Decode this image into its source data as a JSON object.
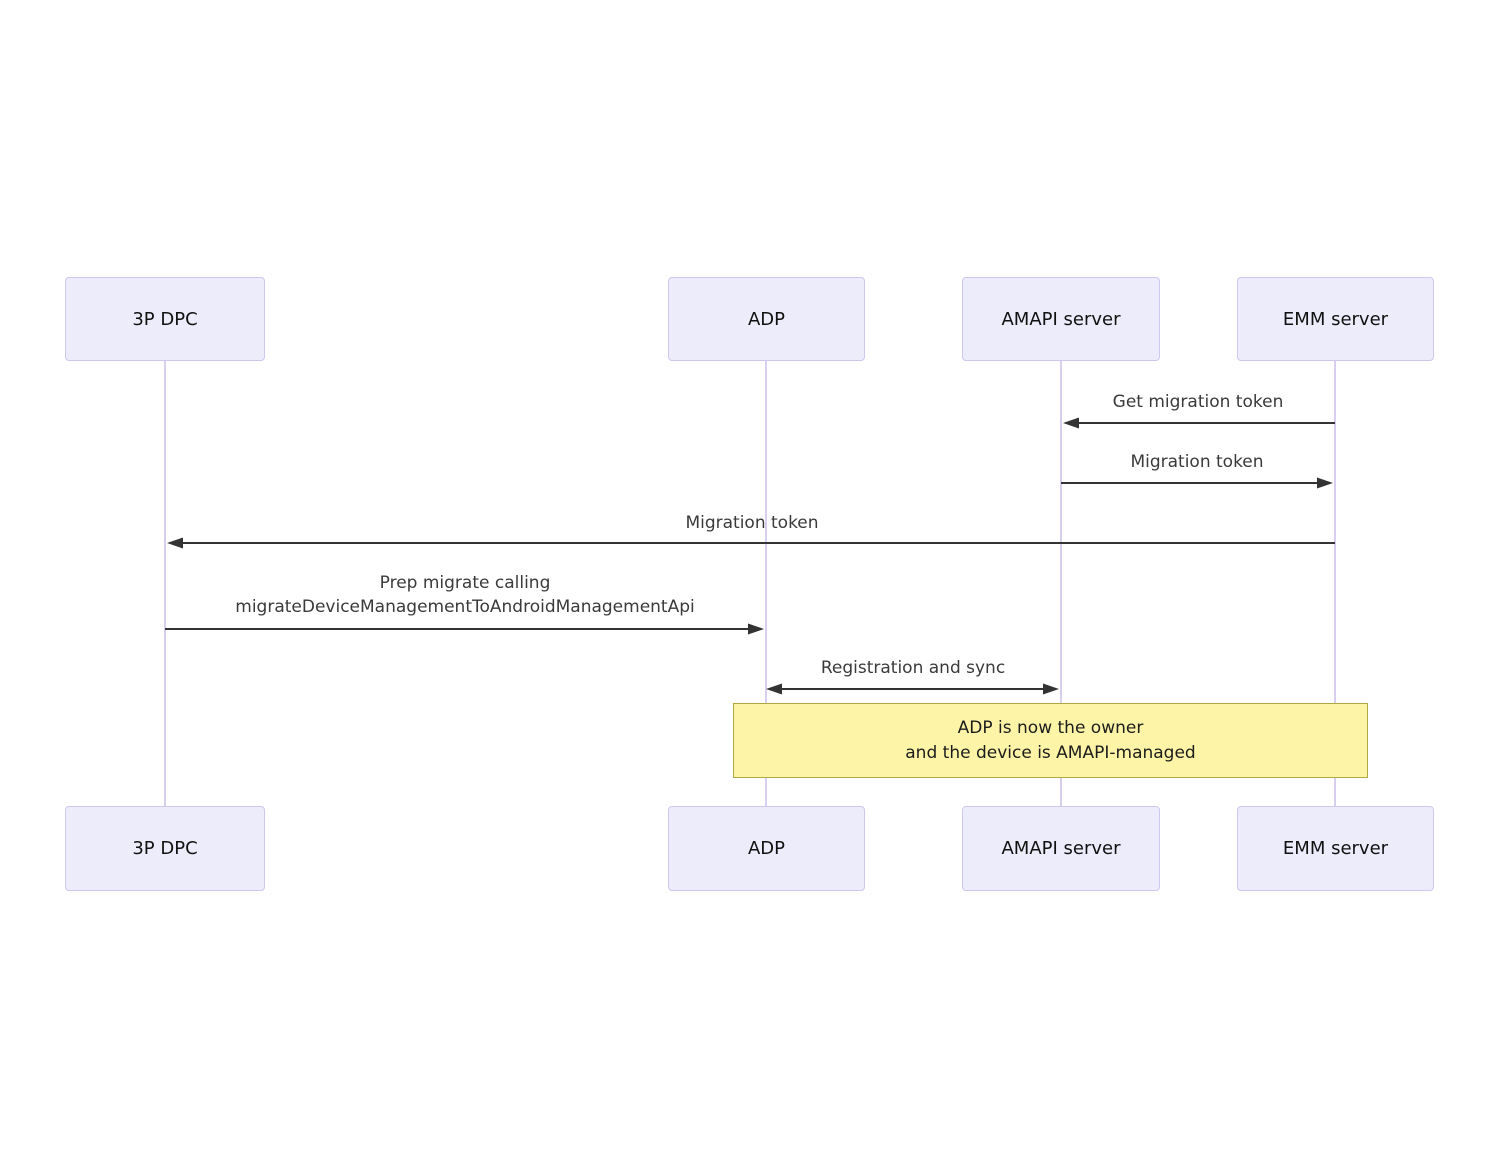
{
  "diagram": {
    "type": "sequence-diagram",
    "actors": [
      {
        "id": "3p-dpc",
        "label": "3P DPC"
      },
      {
        "id": "adp",
        "label": "ADP"
      },
      {
        "id": "amapi-server",
        "label": "AMAPI server"
      },
      {
        "id": "emm-server",
        "label": "EMM server"
      }
    ],
    "messages": [
      {
        "label": "Get migration token",
        "from": "EMM server",
        "to": "AMAPI server",
        "arrow": "solid-left"
      },
      {
        "label": "Migration token",
        "from": "AMAPI server",
        "to": "EMM server",
        "arrow": "solid-right"
      },
      {
        "label": "Migration token",
        "from": "EMM server",
        "to": "3P DPC",
        "arrow": "solid-left"
      },
      {
        "label": "Prep migrate calling\nmigrateDeviceManagementToAndroidManagementApi",
        "from": "3P DPC",
        "to": "ADP",
        "arrow": "solid-right"
      },
      {
        "label": "Registration and sync",
        "from": "ADP",
        "to": "AMAPI server",
        "arrow": "solid-both"
      }
    ],
    "note": {
      "text": "ADP is now the owner\nand the device is AMAPI-managed",
      "over": [
        "ADP",
        "EMM server"
      ]
    },
    "colors": {
      "actor_fill": "#ECECFB",
      "actor_border": "#CFC7EE",
      "lifeline": "#D8CFEF",
      "message_line": "#333333",
      "message_text": "#3A3A3A",
      "note_fill": "#FDF4A8",
      "note_border": "#AFAA3F"
    }
  }
}
